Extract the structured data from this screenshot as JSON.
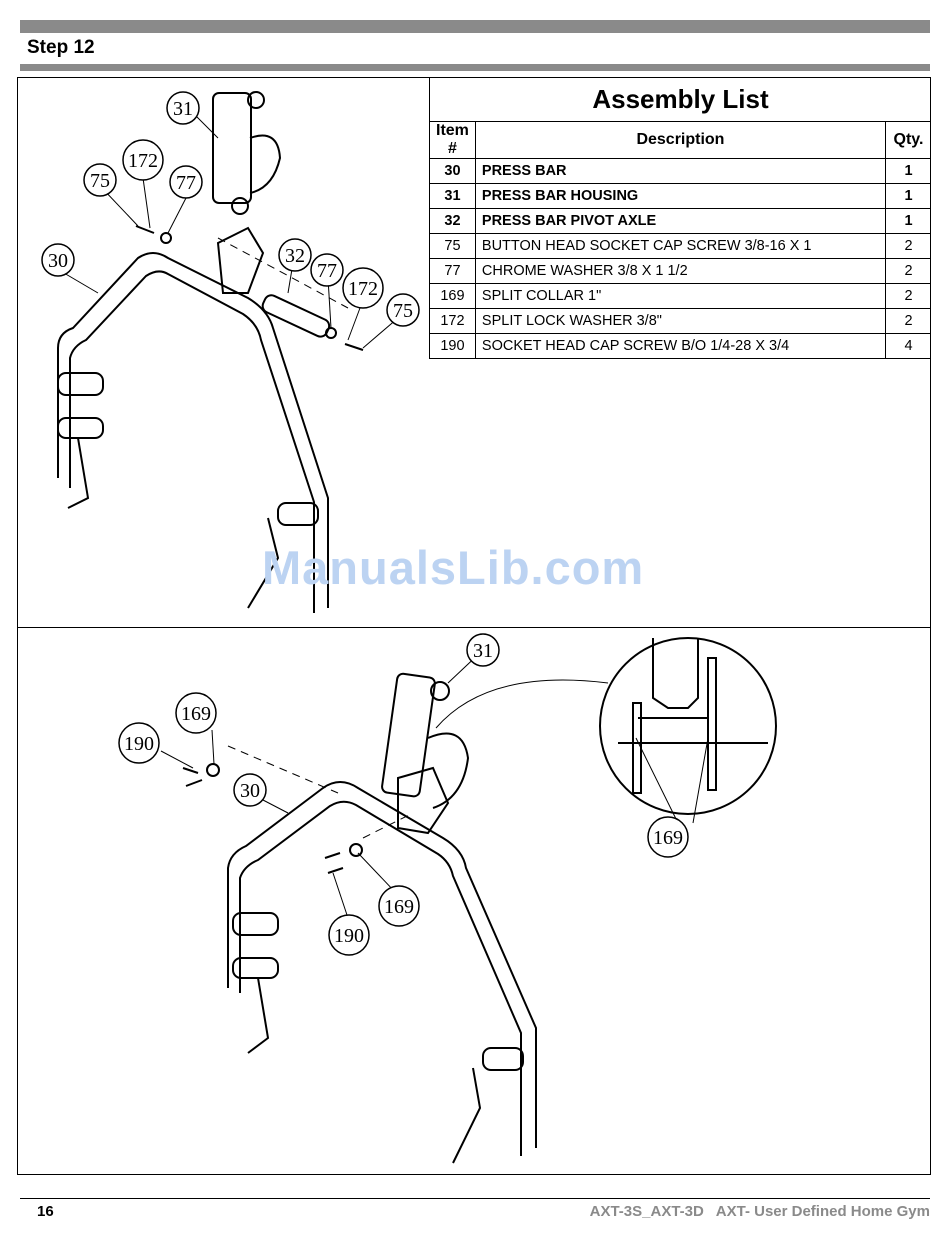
{
  "header": {
    "step": "Step 12"
  },
  "assembly_list": {
    "title": "Assembly List",
    "columns": [
      "Item #",
      "Description",
      "Qty."
    ],
    "rows": [
      {
        "item": "30",
        "description": "PRESS BAR",
        "qty": "1"
      },
      {
        "item": "31",
        "description": "PRESS BAR HOUSING",
        "qty": "1"
      },
      {
        "item": "32",
        "description": "PRESS BAR PIVOT AXLE",
        "qty": "1"
      },
      {
        "item": "75",
        "description": "BUTTON HEAD SOCKET CAP SCREW 3/8-16 X 1",
        "qty": "2"
      },
      {
        "item": "77",
        "description": "CHROME WASHER 3/8 X 1 1/2",
        "qty": "2"
      },
      {
        "item": "169",
        "description": "SPLIT COLLAR 1\"",
        "qty": "2"
      },
      {
        "item": "172",
        "description": "SPLIT LOCK WASHER 3/8\"",
        "qty": "2"
      },
      {
        "item": "190",
        "description": "SOCKET HEAD CAP SCREW B/O 1/4-28 X 3/4",
        "qty": "4"
      }
    ]
  },
  "diagram_top": {
    "callouts": [
      "31",
      "172",
      "75",
      "77",
      "30",
      "32",
      "77",
      "172",
      "75"
    ]
  },
  "diagram_bottom": {
    "callouts": [
      "31",
      "169",
      "190",
      "30",
      "169",
      "190",
      "169"
    ]
  },
  "watermark": "ManualsLib.com",
  "footer": {
    "page": "16",
    "text": "AXT-3S_AXT-3D   AXT- User Defined Home Gym"
  }
}
